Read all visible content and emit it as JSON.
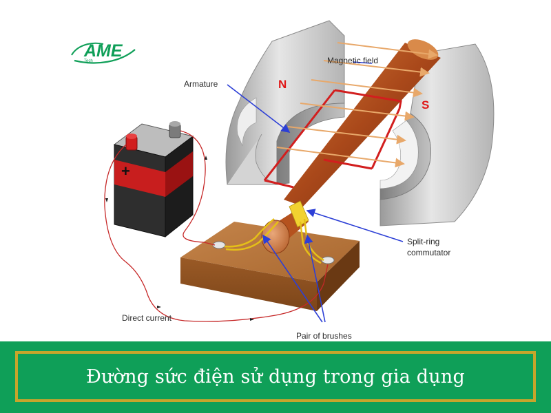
{
  "logo": {
    "name": "AME",
    "sub": "Tech"
  },
  "labels": {
    "magnetic_field": "Magnetic field",
    "armature": "Armature",
    "north": "N",
    "south": "S",
    "commutator_line1": "Split-ring",
    "commutator_line2": "commutator",
    "direct_current": "Direct current",
    "brushes": "Pair of brushes",
    "battery_plus": "+"
  },
  "banner": {
    "caption": "Đường sức điện sử dụng trong gia dụng"
  },
  "colors": {
    "banner_green": "#0f9f58",
    "banner_border": "#c7a52b",
    "pole_label": "#e01818",
    "wire": "#c62828",
    "field_lines": "#e8a86a",
    "pointer": "#2c3fd6",
    "copper": "#b5521e",
    "wood": "#a0622e"
  }
}
